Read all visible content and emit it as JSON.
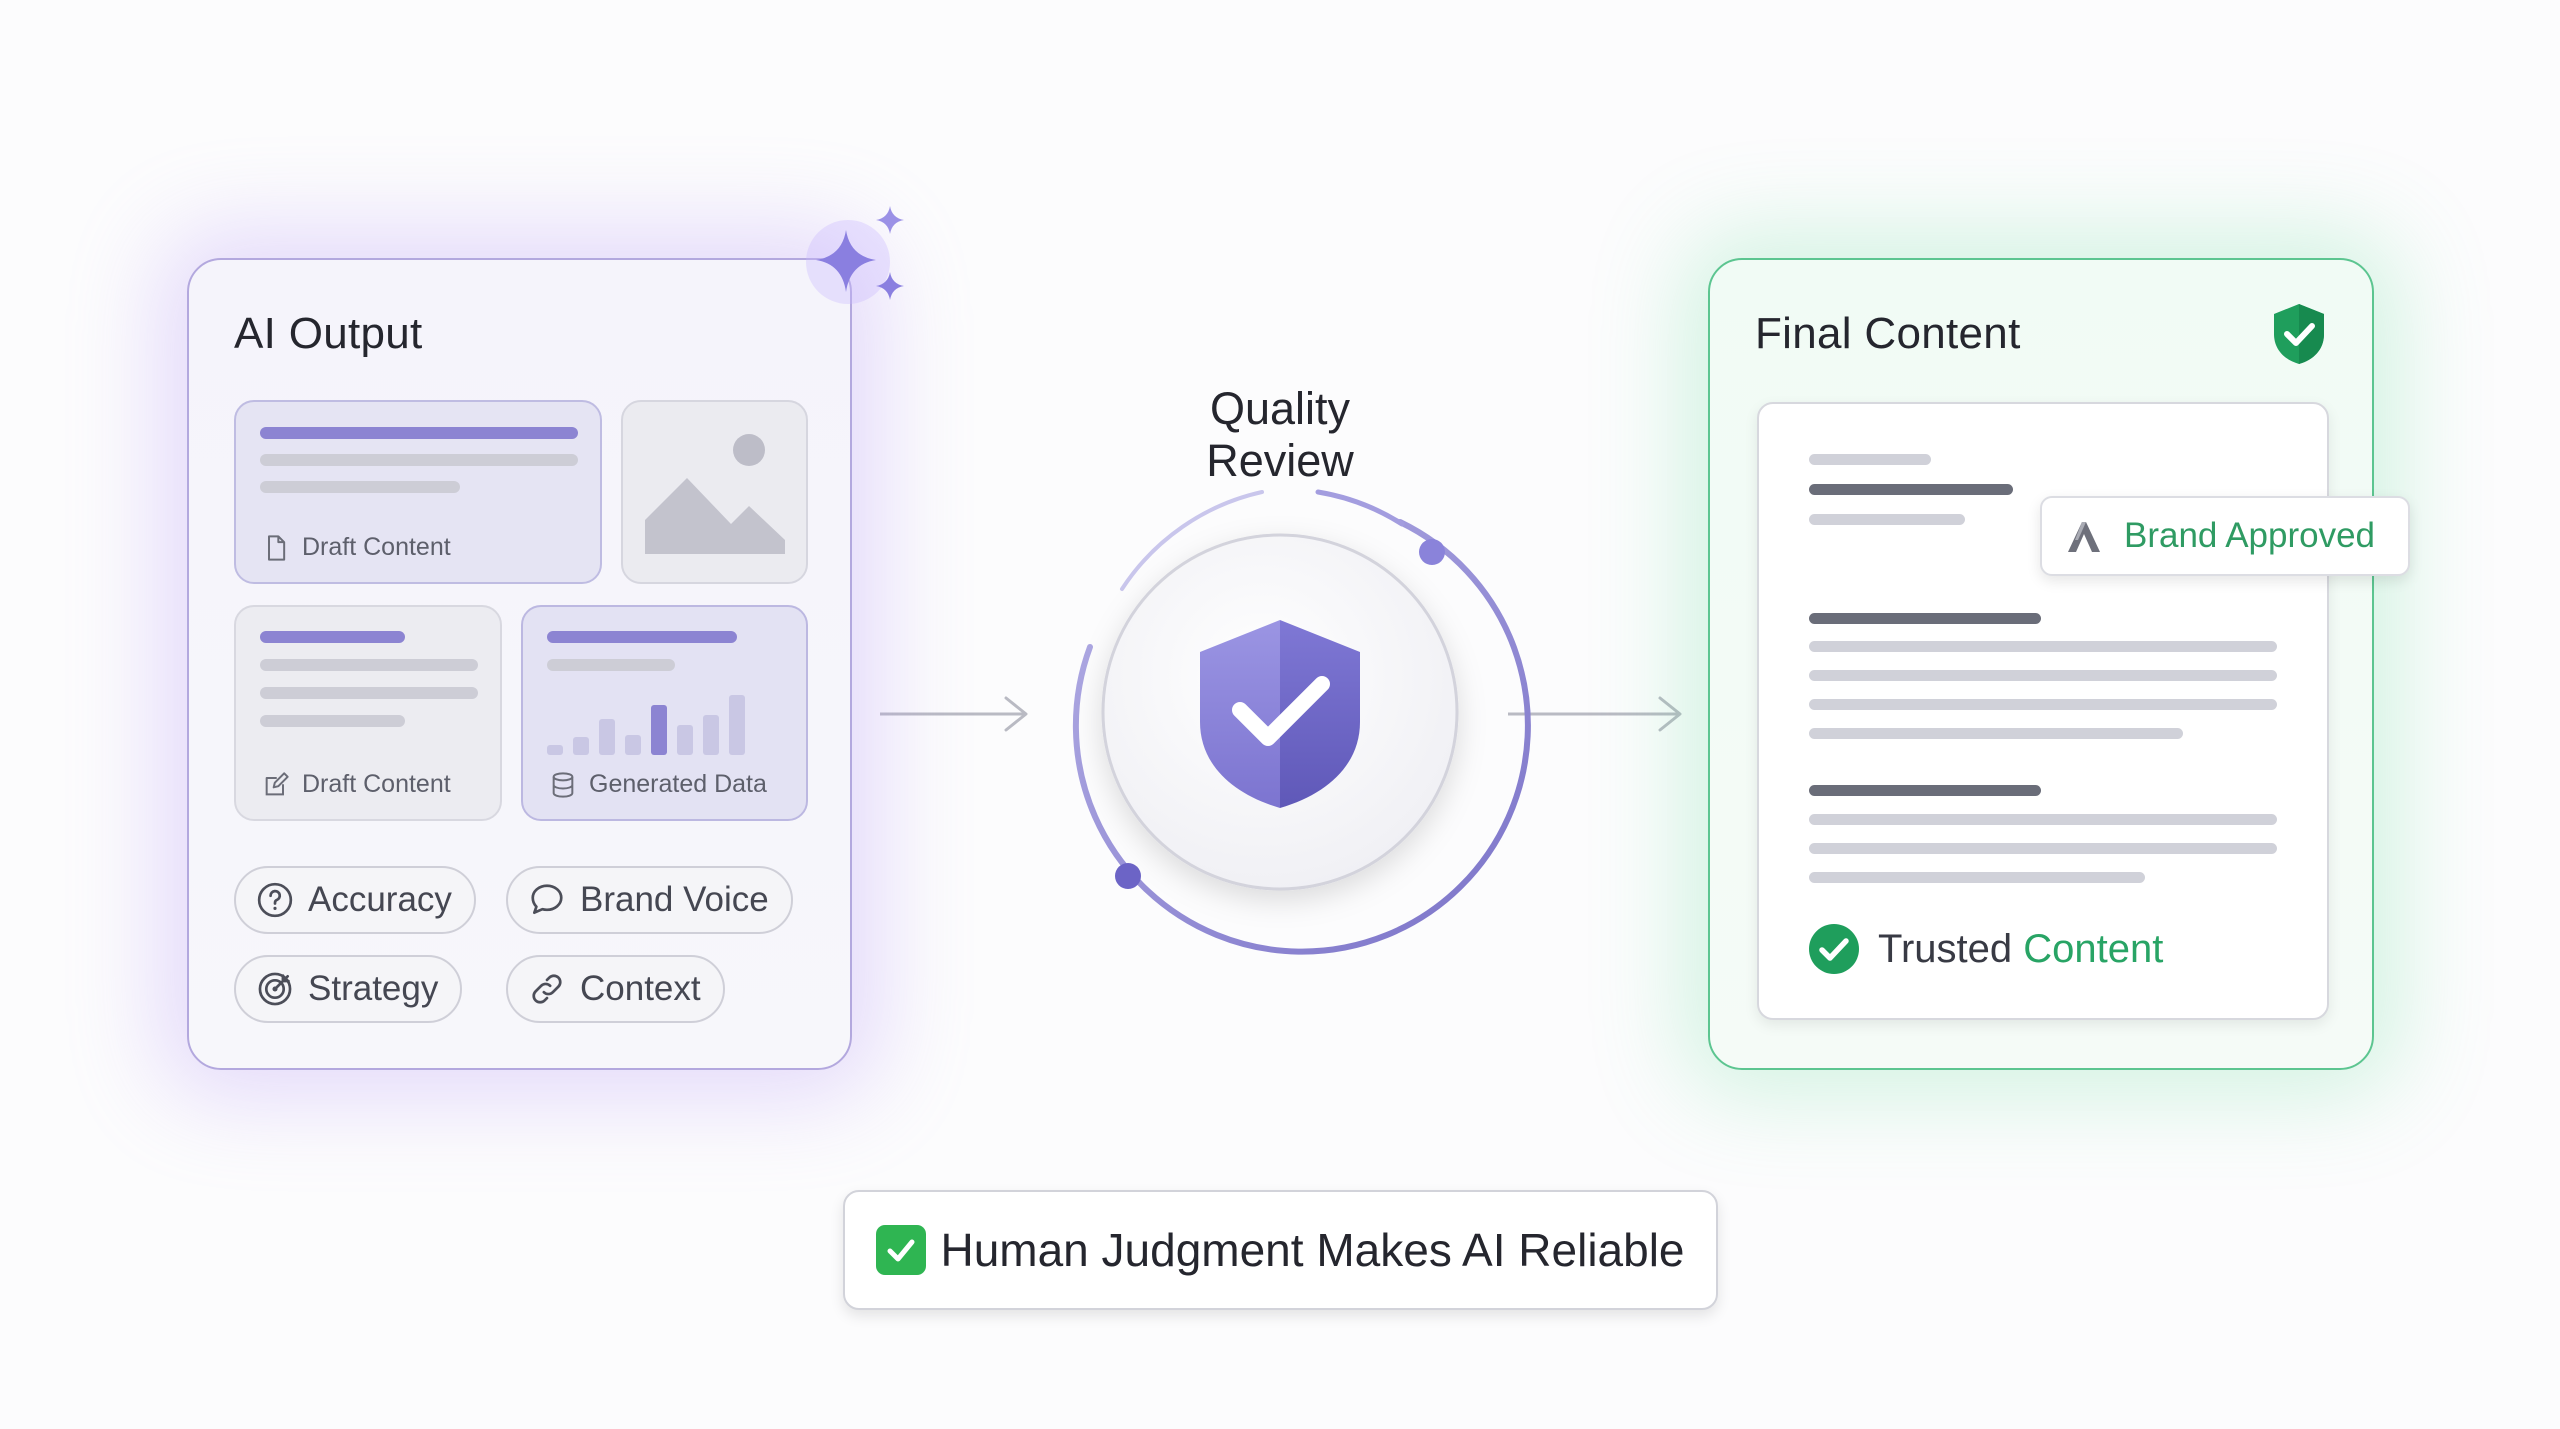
{
  "ai_output": {
    "title": "AI Output",
    "cards": [
      {
        "label": "Draft Content",
        "icon": "document-icon"
      },
      {
        "icon": "image-icon"
      },
      {
        "label": "Draft Content",
        "icon": "edit-icon"
      },
      {
        "label": "Generated Data",
        "icon": "database-icon"
      }
    ],
    "chips": [
      {
        "label": "Accuracy",
        "icon": "question-circle-icon"
      },
      {
        "label": "Brand Voice",
        "icon": "speech-bubble-icon"
      },
      {
        "label": "Strategy",
        "icon": "target-icon"
      },
      {
        "label": "Context",
        "icon": "link-icon"
      }
    ]
  },
  "review": {
    "title": "Quality Review",
    "icon": "shield-check-icon"
  },
  "final_content": {
    "title": "Final Content",
    "badge": {
      "label": "Brand Approved",
      "icon": "brand-logo-icon"
    },
    "trusted": {
      "prefix": "Trusted",
      "highlight": "Content"
    }
  },
  "banner": {
    "text": "Human Judgment Makes AI Reliable",
    "icon": "check-box-icon"
  },
  "colors": {
    "purple_accent": "#8c84d2",
    "shield_purple": "#7f78d4",
    "green_accent": "#28a465",
    "banner_check": "#2fb552"
  }
}
